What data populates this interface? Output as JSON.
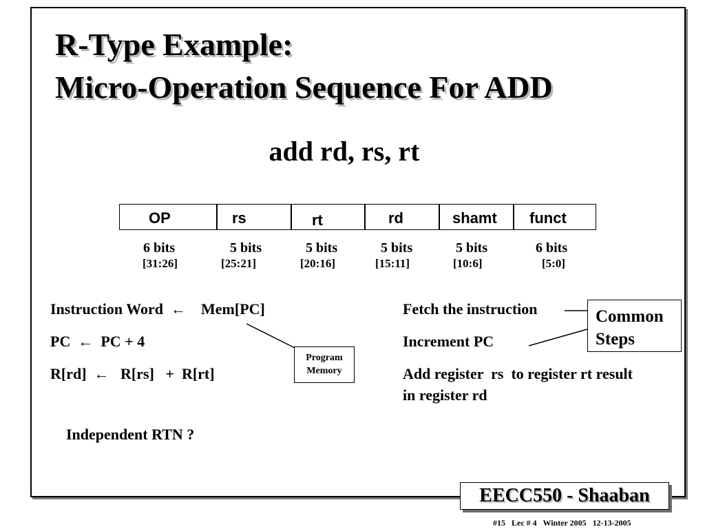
{
  "slide": {
    "title_line1": "R-Type Example:",
    "title_line2": "Micro-Operation Sequence For ADD",
    "instruction": "add rd, rs, rt",
    "format": [
      {
        "label": "OP",
        "bits": "6 bits",
        "range": "[31:26]"
      },
      {
        "label": "rs",
        "bits": "5 bits",
        "range": "[25:21]"
      },
      {
        "label": "rt",
        "bits": "5 bits",
        "range": "[20:16]"
      },
      {
        "label": "rd",
        "bits": "5 bits",
        "range": "[15:11]"
      },
      {
        "label": "shamt",
        "bits": "5 bits",
        "range": "[10:6]"
      },
      {
        "label": "funct",
        "bits": "6 bits",
        "range": "[5:0]"
      }
    ],
    "rtn": [
      {
        "left": "Instruction Word  ←    Mem[PC]",
        "right": "Fetch the instruction"
      },
      {
        "left": "PC  ←  PC + 4",
        "right": "Increment PC"
      },
      {
        "left": "R[rd]  ←   R[rs]   +  R[rt]",
        "right": "Add register  rs  to register rt result",
        "right_line2": "in register rd"
      }
    ],
    "program_memory": [
      "Program",
      "Memory"
    ],
    "common_steps": [
      "Common",
      "Steps"
    ],
    "question": "Independent RTN ?",
    "badge": "EECC550 - Shaaban",
    "footer": "#15   Lec # 4   Winter 2005   12-13-2005"
  }
}
